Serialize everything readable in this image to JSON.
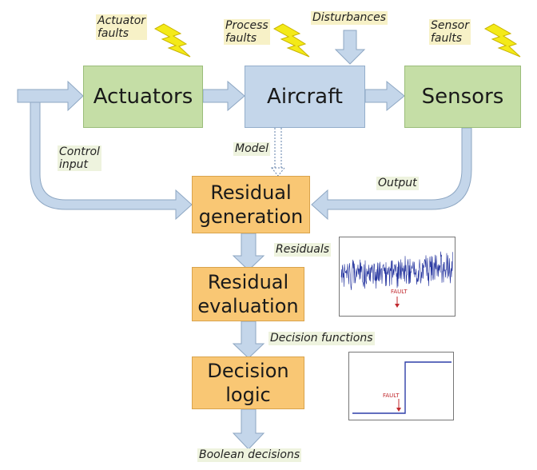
{
  "faults": {
    "actuator": "Actuator\nfaults",
    "process": "Process\nfaults",
    "sensor": "Sensor\nfaults"
  },
  "disturbances": "Disturbances",
  "blocks": {
    "actuators": "Actuators",
    "aircraft": "Aircraft",
    "sensors": "Sensors",
    "residual_generation": "Residual\ngeneration",
    "residual_evaluation": "Residual\nevaluation",
    "decision_logic": "Decision\nlogic"
  },
  "signals": {
    "control_input": "Control\ninput",
    "model": "Model",
    "output": "Output",
    "residuals": "Residuals",
    "decision_functions": "Decision functions",
    "boolean_decisions": "Boolean decisions"
  },
  "plots": {
    "residual_fault_marker": "FAULT",
    "decision_fault_marker": "FAULT"
  },
  "colors": {
    "top_blocks_green": "#c5dea6",
    "aircraft_blue": "#c4d6ea",
    "fdi_blocks_orange": "#f9c774",
    "arrows": "#c4d6ea",
    "lightning": "#f4ea18",
    "signal_trace": "#1f2f9c",
    "fault_marker": "#c0282d"
  },
  "icons": [
    "lightning-bolt-icon"
  ]
}
